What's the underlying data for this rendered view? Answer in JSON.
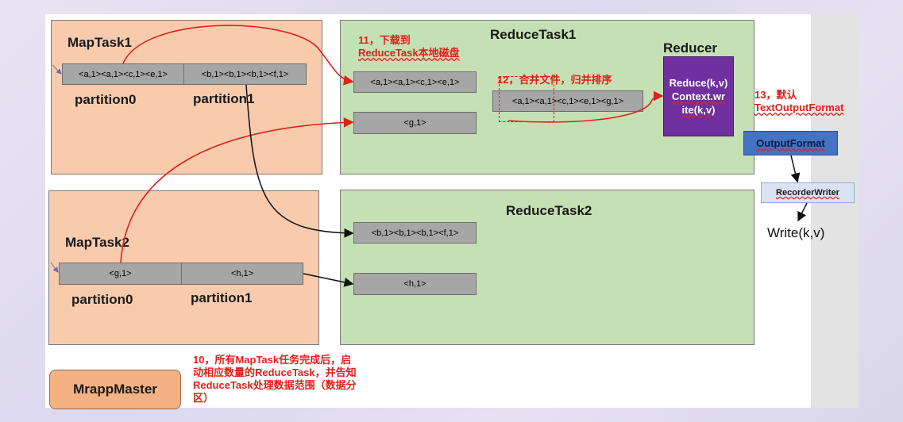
{
  "maptask1": {
    "title": "MapTask1",
    "cells": [
      "<a,1><a,1><c,1><e,1>",
      "<b,1><b,1><b,1><f,1>"
    ],
    "partitions": [
      "partition0",
      "partition1"
    ]
  },
  "maptask2": {
    "title": "MapTask2",
    "cells": [
      "<g,1>",
      "<h,1>"
    ],
    "partitions": [
      "partition0",
      "partition1"
    ]
  },
  "reducetask1": {
    "title": "ReduceTask1",
    "cells": [
      "<a,1><a,1><c,1><e,1>",
      "<g,1>"
    ],
    "merged_cell": "<a,1><a,1><c,1><e,1><g,1>"
  },
  "reducetask2": {
    "title": "ReduceTask2",
    "cells": [
      "<b,1><b,1><b,1><f,1>",
      "<h,1>"
    ]
  },
  "reducer": {
    "title": "Reducer",
    "body_lines": [
      "Reduce(k,v)",
      "Context.wr",
      "ite(k,v)"
    ]
  },
  "notes": {
    "step11_line1": "11，下载到",
    "step11_line2": "ReduceTask本地磁盘",
    "step12": "12，合并文件，归并排序",
    "step13_line1": "13，默认",
    "step13_line2": "TextOutputFormat",
    "step10_line1": "10，所有MapTask任务完成后，启",
    "step10_line2": "动相应数量的ReduceTask，并告知",
    "step10_line3": "ReduceTask处理数据范围（数据分",
    "step10_line4": "区）"
  },
  "output_format": "OutputFormat",
  "recorder_writer": "RecorderWriter",
  "write_label": "Write(k,v)",
  "mrapp_master": "MrappMaster",
  "colors": {
    "map_box": "#f8cbad",
    "reduce_box": "#c5e0b4",
    "cell": "#a6a6a6",
    "reducer": "#7030a0",
    "output_format": "#4472c4",
    "recorder_writer": "#dae3f3",
    "note_red": "#e0201b"
  }
}
